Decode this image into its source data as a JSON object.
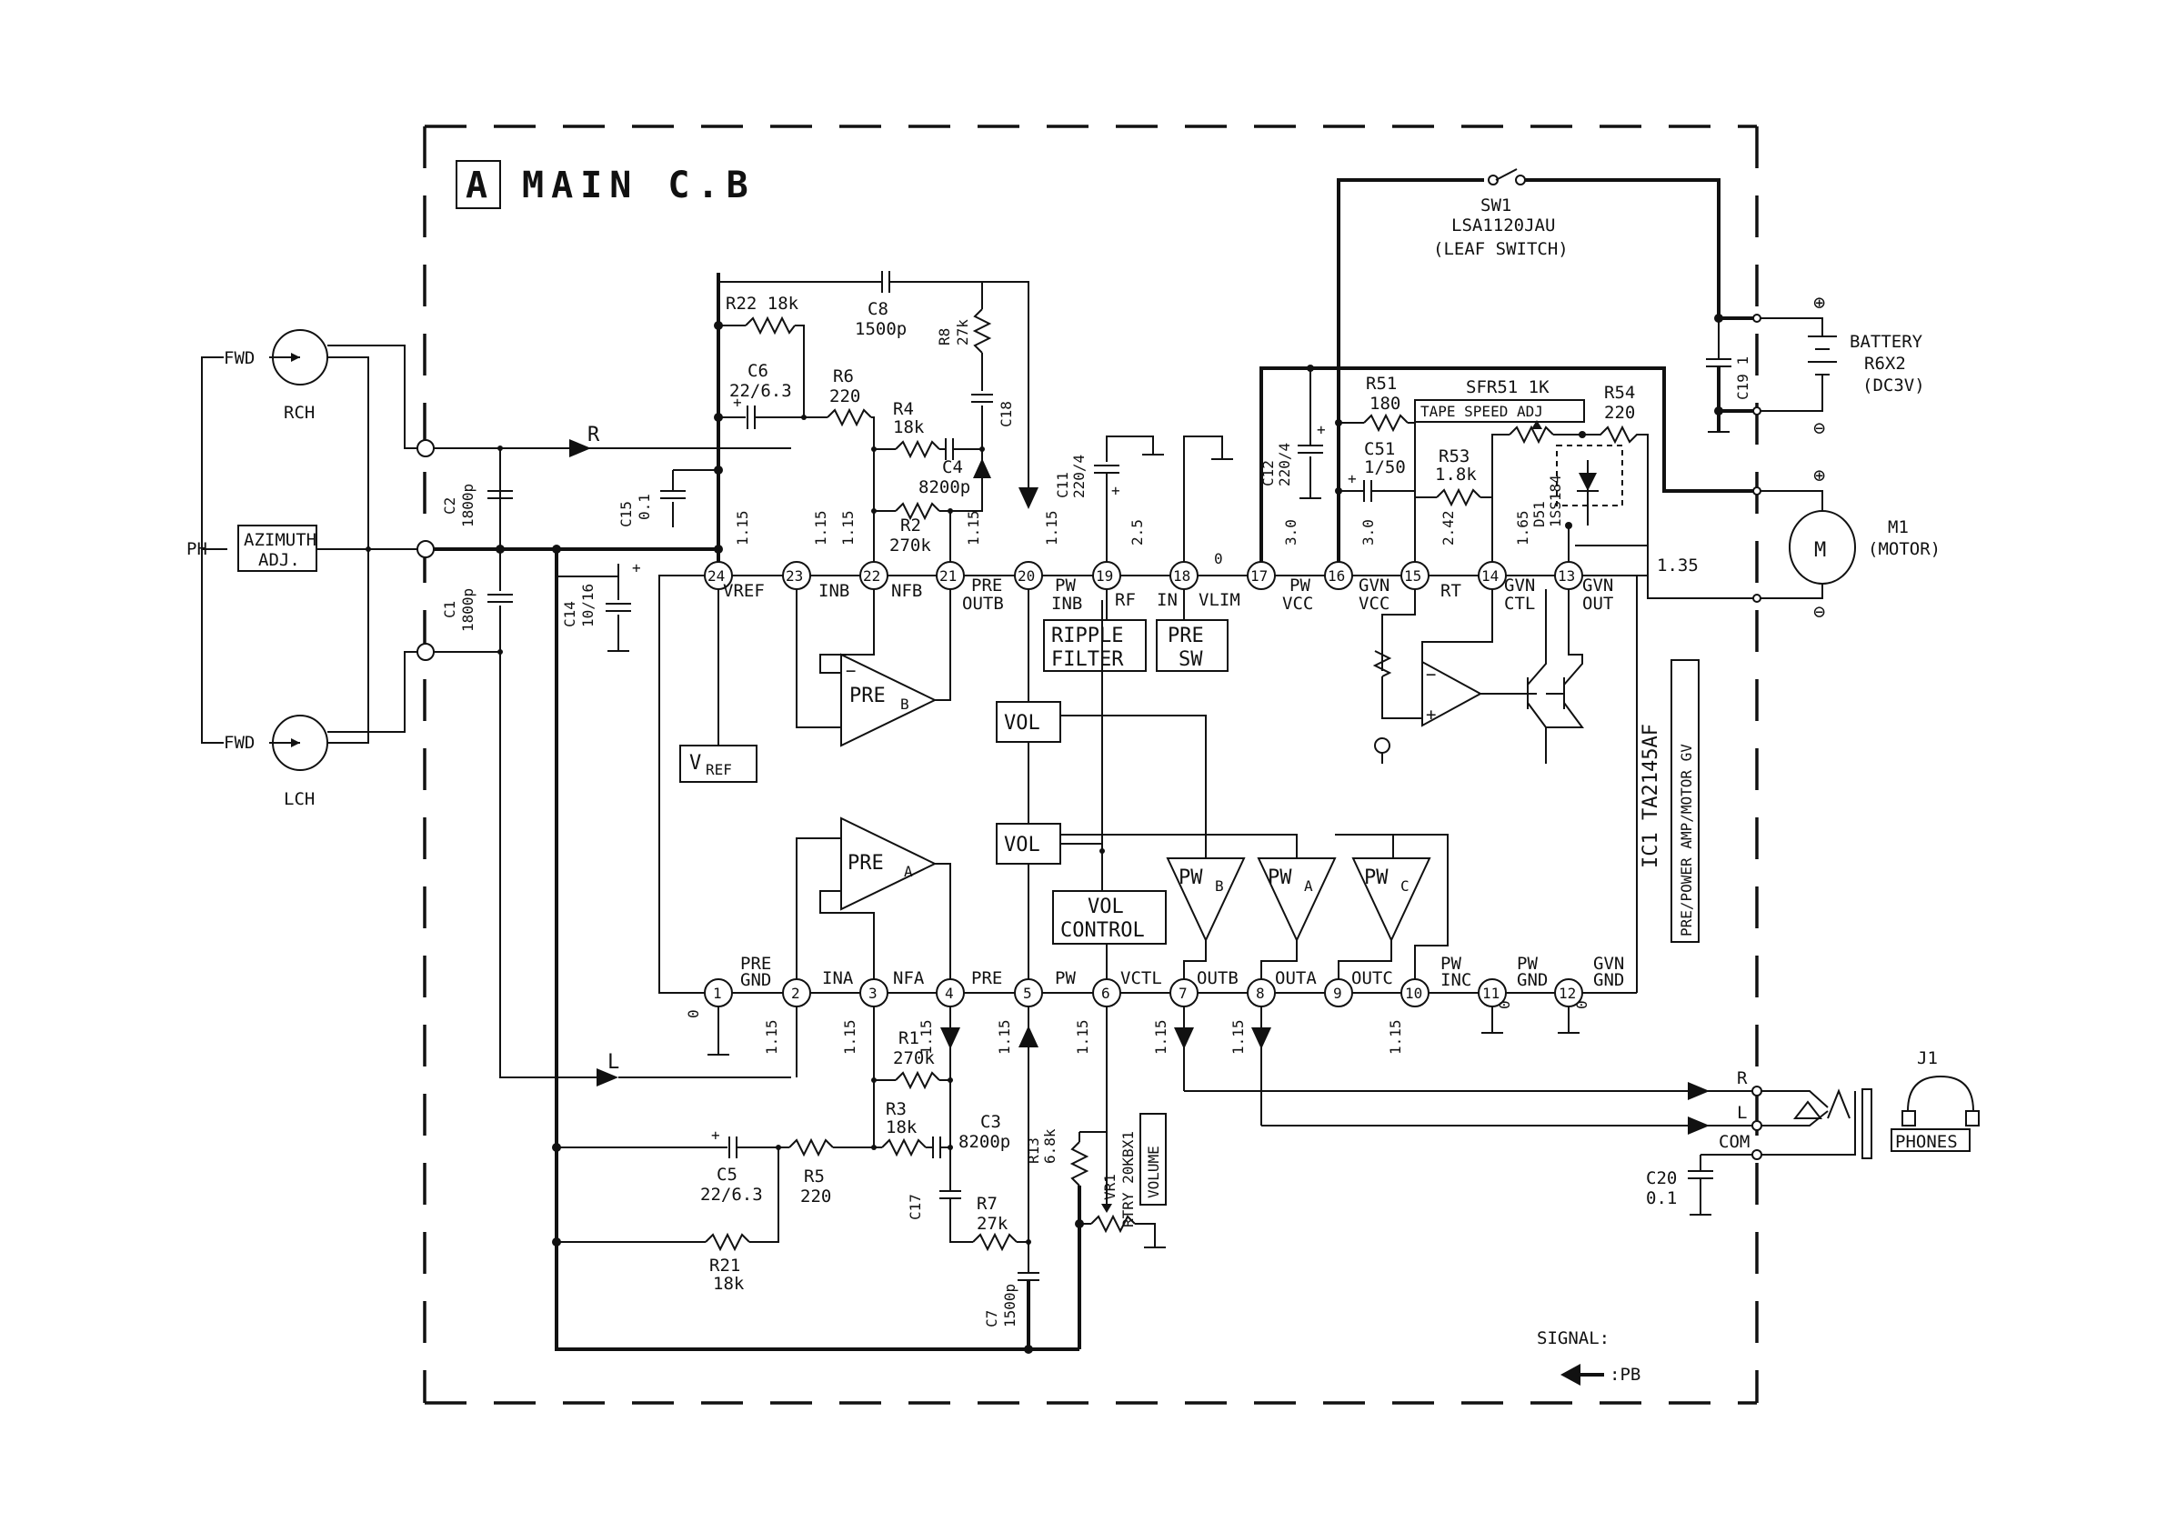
{
  "board": {
    "box_letter": "A",
    "title": "MAIN C.B"
  },
  "head": {
    "fwd_top": "FWD",
    "fwd_bottom": "FWD",
    "rch": "RCH",
    "lch": "LCH",
    "ph": "PH",
    "azimuth_1": "AZIMUTH",
    "azimuth_2": "ADJ.",
    "r": "R",
    "l": "L"
  },
  "ic": {
    "name": "IC1 TA2145AF",
    "function": "PRE/POWER AMP/MOTOR GV",
    "top_pins": [
      {
        "num": "24",
        "label": "VREF",
        "label2": "",
        "volt": "1.15"
      },
      {
        "num": "23",
        "label": "INB",
        "label2": "",
        "volt": "1.15"
      },
      {
        "num": "22",
        "label": "NFB",
        "label2": "",
        "volt": "1.15"
      },
      {
        "num": "21",
        "label": "PRE",
        "label2": "OUTB",
        "volt": "1.15"
      },
      {
        "num": "20",
        "label": "",
        "label2": "",
        "volt": "1.15"
      },
      {
        "num": "19",
        "label": "PW",
        "label2": "INB",
        "volt": "2.5"
      },
      {
        "num": "18",
        "label": "RF",
        "label2": "",
        "volt": "0"
      },
      {
        "num": "17",
        "label": "IN",
        "label2": "",
        "volt": "3.0"
      },
      {
        "num": "16",
        "label": "VLIM",
        "label2": "",
        "volt": "3.0"
      },
      {
        "num": "15",
        "label": "PW",
        "label2": "VCC",
        "volt": "2.42"
      },
      {
        "num": "14",
        "label": "GVN",
        "label2": "VCC",
        "volt": "1.65"
      },
      {
        "num": "13",
        "label": "RT",
        "label2": "",
        "volt": "1.35"
      }
    ],
    "top_pin_extra": [
      {
        "label": "GVN",
        "label2": "CTL"
      },
      {
        "label": "GVN",
        "label2": "OUT"
      }
    ],
    "bottom_pins": [
      {
        "num": "1",
        "label": "",
        "label2": "",
        "volt": "0"
      },
      {
        "num": "2",
        "label": "PRE",
        "label2": "GND",
        "volt": "1.15"
      },
      {
        "num": "3",
        "label": "INA",
        "label2": "",
        "volt": "1.15"
      },
      {
        "num": "4",
        "label": "NFA",
        "label2": "",
        "volt": "1.15"
      },
      {
        "num": "5",
        "label": "PRE",
        "label2": "",
        "volt": "1.15"
      },
      {
        "num": "6",
        "label": "PW",
        "label2": "",
        "volt": "1.15"
      },
      {
        "num": "7",
        "label": "VCTL",
        "label2": "",
        "volt": "1.15"
      },
      {
        "num": "8",
        "label": "OUTB",
        "label2": "",
        "volt": "1.15"
      },
      {
        "num": "9",
        "label": "OUTA",
        "label2": "",
        "volt": ""
      },
      {
        "num": "10",
        "label": "OUTC",
        "label2": "",
        "volt": "1.15"
      },
      {
        "num": "11",
        "label": "PW",
        "label2": "INC",
        "volt": "0"
      },
      {
        "num": "12",
        "label": "PW",
        "label2": "GND",
        "volt": "0"
      }
    ],
    "pin12_label": {
      "label": "GVN",
      "label2": "GND"
    },
    "blocks": {
      "pre_b": "PRE",
      "pre_b_sub": "B",
      "pre_a": "PRE",
      "pre_a_sub": "A",
      "vref": "V",
      "vref_sub": "REF",
      "ripple_1": "RIPPLE",
      "ripple_2": "FILTER",
      "presw_1": "PRE",
      "presw_2": "SW",
      "vol_1": "VOL",
      "vol_2": "VOL",
      "volctl_1": "VOL",
      "volctl_2": "CONTROL",
      "pwb": "PW",
      "pwb_sub": "B",
      "pwa": "PW",
      "pwa_sub": "A",
      "pwc": "PW",
      "pwc_sub": "C"
    }
  },
  "components": {
    "r22": "R22 18k",
    "c8_1": "C8",
    "c8_2": "1500p",
    "r8_1": "R8",
    "r8_2": "27k",
    "c6_1": "C6",
    "c6_2": "22/6.3",
    "r6_1": "R6",
    "r6_2": "220",
    "r4_1": "R4",
    "r4_2": "18k",
    "c4_1": "C4",
    "c4_2": "8200p",
    "r2_1": "R2",
    "r2_2": "270k",
    "c18": "C18",
    "c11_1": "C11",
    "c11_2": "220/4",
    "c15_1": "C15",
    "c15_2": "0.1",
    "c2_1": "C2",
    "c2_2": "1800p",
    "c1_1": "C1",
    "c1_2": "1800p",
    "c14_1": "C14",
    "c14_2": "10/16",
    "c12_1": "C12",
    "c12_2": "220/4",
    "r51_1": "R51",
    "r51_2": "180",
    "c51_1": "C51",
    "c51_2": "1/50",
    "r53_1": "R53",
    "r53_2": "1.8k",
    "sfr51": "SFR51 1K",
    "tape_speed": "TAPE SPEED ADJ",
    "r54_1": "R54",
    "r54_2": "220",
    "d51_1": "D51",
    "d51_2": "1SS184",
    "r1_1": "R1",
    "r1_2": "270k",
    "r3_1": "R3",
    "r3_2": "18k",
    "c3_1": "C3",
    "c3_2": "8200p",
    "c5_1": "C5",
    "c5_2": "22/6.3",
    "r5_1": "R5",
    "r5_2": "220",
    "r21_1": "R21",
    "r21_2": "18k",
    "c17": "C17",
    "r7_1": "R7",
    "r7_2": "27k",
    "c7_1": "C7",
    "c7_2": "1500p",
    "r13_1": "R13",
    "r13_2": "6.8k",
    "vr1_1": "VR1",
    "vr1_2": "RTRY 20KBX1",
    "vr1_3": "VOLUME",
    "c20_1": "C20",
    "c20_2": "0.1",
    "c19_1": "C19 1"
  },
  "switch": {
    "ref": "SW1",
    "part": "LSA1120JAU",
    "desc": "(LEAF SWITCH)"
  },
  "battery": {
    "name": "BATTERY",
    "spec": "R6X2",
    "volt": "(DC3V)",
    "plus": "⊕",
    "minus": "⊖"
  },
  "motor": {
    "symbol": "M",
    "ref": "M1",
    "name": "(MOTOR)"
  },
  "jack": {
    "ref": "J1",
    "r": "R",
    "l": "L",
    "com": "COM",
    "phones": "PHONES"
  },
  "legend": {
    "signal": "SIGNAL:",
    "pb": ":PB"
  }
}
